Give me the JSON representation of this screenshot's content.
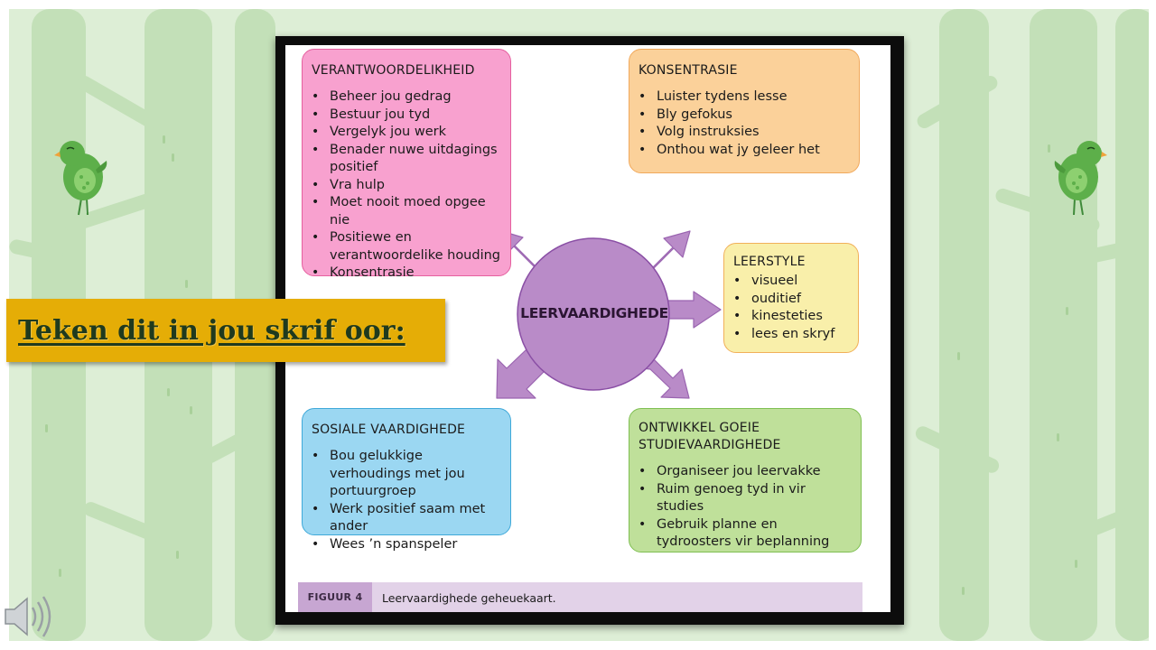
{
  "banner": {
    "text": "Teken dit in jou skrif oor:"
  },
  "mindmap": {
    "center": "LEERVAARDIGHEDE",
    "boxes": {
      "verantwoordelikheid": {
        "title": "VERANTWOORDELIKHEID",
        "color": "#f8a1cf",
        "items": [
          "Beheer jou gedrag",
          "Bestuur jou tyd",
          "Vergelyk jou werk",
          "Benader nuwe uitdagings positief",
          "Vra hulp",
          "Moet nooit moed opgee nie",
          "Positiewe en verantwoordelike houding",
          "Konsentrasie"
        ]
      },
      "konsentrasie": {
        "title": "KONSENTRASIE",
        "color": "#fbd19a",
        "items": [
          "Luister tydens lesse",
          "Bly gefokus",
          "Volg instruksies",
          "Onthou wat jy geleer het"
        ]
      },
      "leerstyle": {
        "title": "LEERSTYLE",
        "color": "#f9efaa",
        "items": [
          "visueel",
          "ouditief",
          "kinesteties",
          "lees en skryf"
        ]
      },
      "sosiale": {
        "title": "SOSIALE VAARDIGHEDE",
        "color": "#9bd7f2",
        "items": [
          "Bou gelukkige verhoudings met jou portuurgroep",
          "Werk positief saam met ander",
          "Wees ’n spanspeler"
        ]
      },
      "studie": {
        "title": "ONTWIKKEL GOEIE STUDIEVAARDIGHEDE",
        "color": "#bfe09a",
        "items": [
          "Organiseer jou leervakke",
          "Ruim genoeg tyd in vir studies",
          "Gebruik planne en tydroosters vir beplanning"
        ]
      }
    }
  },
  "caption": {
    "label": "FIGUUR 4",
    "text": "Leervaardighede geheuekaart."
  },
  "icons": {
    "bird": "bird-icon",
    "speaker": "speaker-icon"
  },
  "colors": {
    "background": "#ddeed6",
    "banner": "#e5ad06",
    "circle": "#b98bc8",
    "arrow": "#b98bc8"
  }
}
